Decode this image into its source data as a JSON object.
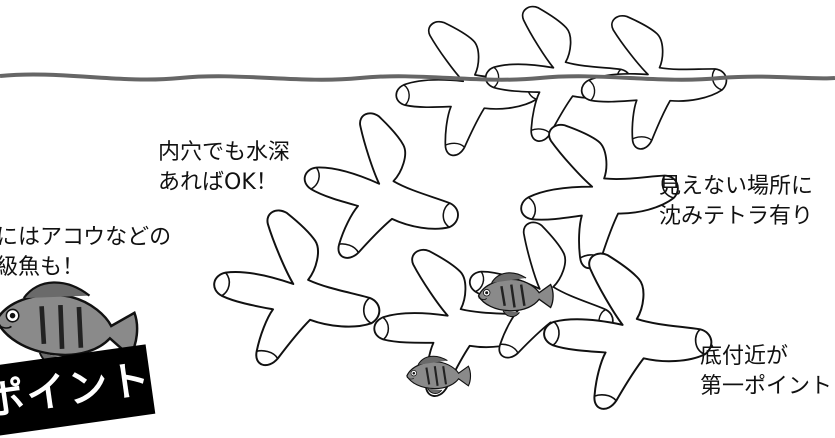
{
  "captions": {
    "inner_hole": [
      "内穴でも水深",
      "あればOK！"
    ],
    "hidden_spot": [
      "見えない場所に",
      "沈みテトラ有り"
    ],
    "bottom": [
      "底付近が",
      "第一ポイント"
    ],
    "left": [
      "にはアコウなどの",
      "級魚も！"
    ]
  },
  "banner": {
    "text": "ポイント"
  },
  "colors": {
    "line": "#111111",
    "water": "#666666",
    "fish_body": "#8a8a8a",
    "banner": "#000000"
  }
}
